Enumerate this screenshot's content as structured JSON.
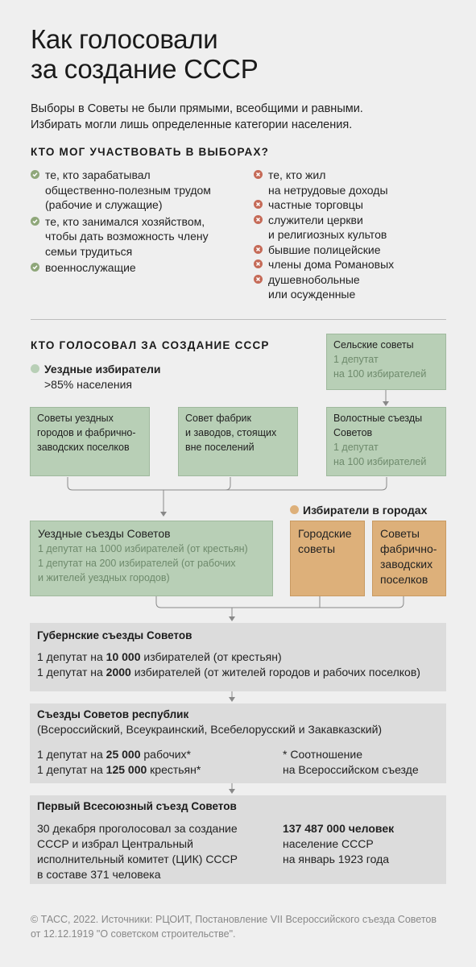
{
  "title_lines": [
    "Как голосовали",
    "за создание СССР"
  ],
  "intro_lines": [
    "Выборы в Советы не были прямыми, всеобщими и равными.",
    "Избирать могли лишь определенные категории населения."
  ],
  "who_could": {
    "heading": "КТО МОГ УЧАСТВОВАТЬ В ВЫБОРАХ?",
    "allowed": [
      [
        "те, кто зарабатывал",
        "общественно-полезным трудом",
        "(рабочие и служащие)"
      ],
      [
        "те, кто занимался хозяйством,",
        "чтобы дать возможность члену",
        "семьи трудиться"
      ],
      [
        "военнослужащие"
      ]
    ],
    "denied": [
      [
        "те, кто жил",
        "на нетрудовые доходы"
      ],
      [
        "частные торговцы"
      ],
      [
        "служители церкви",
        "и религиозных культов"
      ],
      [
        "бывшие полицейские"
      ],
      [
        "члены дома Романовых"
      ],
      [
        "душевнобольные",
        "или осужденные"
      ]
    ]
  },
  "who_voted": {
    "heading": "КТО ГОЛОСОВАЛ ЗА СОЗДАНИЕ СССР",
    "uezd_voters": {
      "label": "Уездные избиратели",
      "sub": ">85% населения"
    },
    "rural_councils": {
      "title": "Сельские советы",
      "l1": "1 депутат",
      "l2": "на 100 избирателей"
    },
    "uezd_towns": [
      "Советы уездных",
      "городов и фабрично-",
      "заводских поселков"
    ],
    "factories": [
      "Совет фабрик",
      "и заводов, стоящих",
      "вне поселений"
    ],
    "volost": {
      "l1": "Волостные съезды",
      "l2": "Советов",
      "l3": "1 депутат",
      "l4": "на 100 избирателей"
    },
    "city_voters": "Избиратели в городах",
    "uezd_congress": {
      "title": "Уездные съезды Советов",
      "l1": "1 депутат на 1000 избирателей (от крестьян)",
      "l2": "1 депутат на 200 избирателей (от рабочих",
      "l3": "и жителей уездных городов)"
    },
    "city_councils": [
      "Городские",
      "советы"
    ],
    "factory_councils": [
      "Советы",
      "фабрично-",
      "заводских",
      "поселков"
    ]
  },
  "gubern": {
    "title": "Губернские съезды Советов",
    "r1": {
      "a": "1 депутат на ",
      "b": "10 000",
      "c": " избирателей (от крестьян)"
    },
    "r2": {
      "a": "1 депутат на ",
      "b": "2000",
      "c": " избирателей (от жителей городов и рабочих поселков)"
    }
  },
  "republics": {
    "title": "Съезды Советов республик",
    "sub": "(Всероссийский, Всеукраинский, Всебелорусский и Закавказский)",
    "r1": {
      "a": "1 депутат на ",
      "b": "25 000",
      "c": " рабочих*"
    },
    "r2": {
      "a": "1 депутат на ",
      "b": "125 000",
      "c": " крестьян*"
    },
    "note": [
      "* Соотношение",
      "на Всероссийском съезде"
    ]
  },
  "first_congress": {
    "title": "Первый Всесоюзный съезд Советов",
    "text": [
      "30 декабря проголосовал за создание",
      "СССР и избрал Центральный",
      "исполнительный комитет (ЦИК) СССР",
      "в составе 371 человека"
    ],
    "pop_bold": "137 487 000 человек",
    "pop": [
      "население СССР",
      "на январь 1923 года"
    ]
  },
  "footer": [
    "© ТАСС, 2022. Источники: РЦОИТ, Постановление VII Всероссийского съезда Советов",
    "от 12.12.1919 \"О советском строительстве\"."
  ],
  "colors": {
    "green": "#b8cfb6",
    "orange": "#ddb07a",
    "gray": "#dcdcdc",
    "yes": "#8fa77a",
    "no": "#c56a57"
  }
}
